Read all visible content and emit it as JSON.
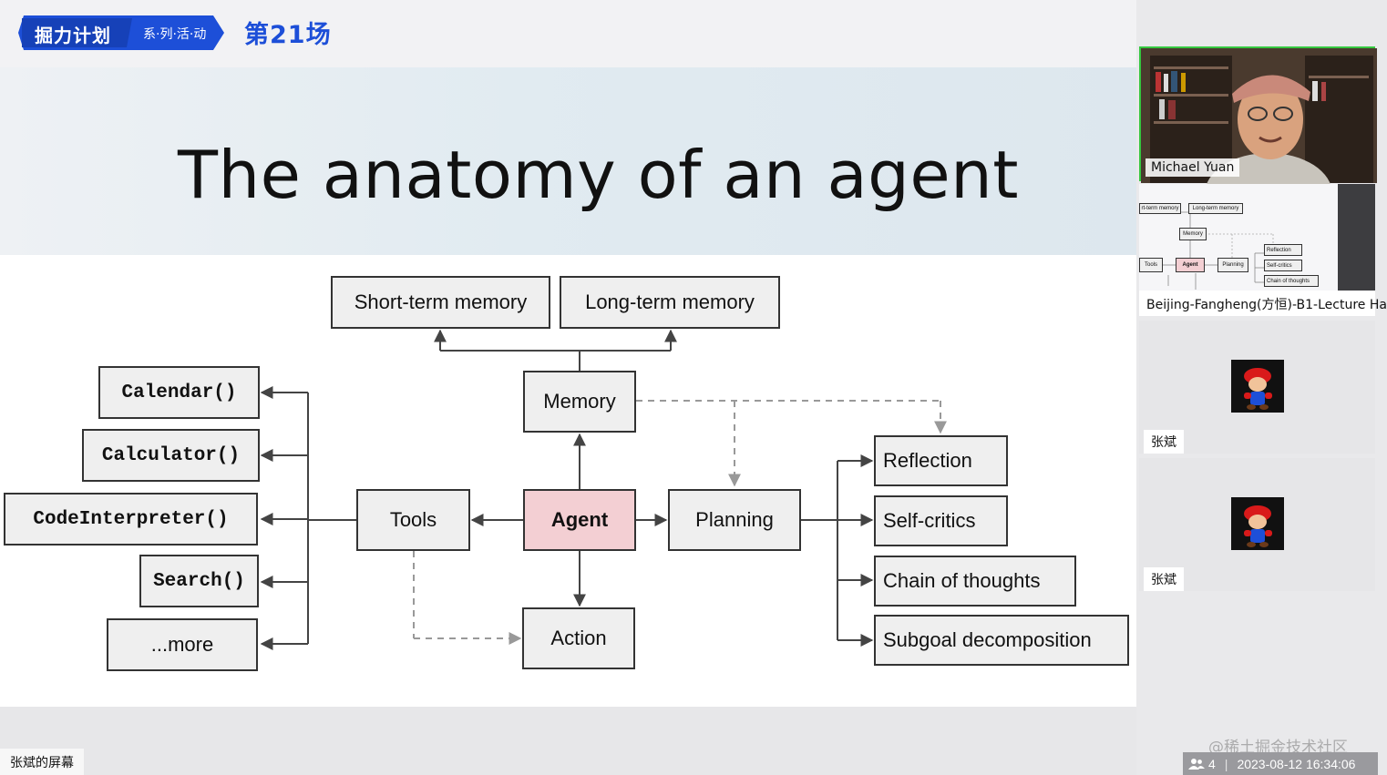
{
  "brand": {
    "main": "掘力计划",
    "sub": "系·列·活·动",
    "session": "第21场"
  },
  "slide": {
    "title": "The anatomy of an agent",
    "boxes": {
      "short_term_memory": "Short-term memory",
      "long_term_memory": "Long-term memory",
      "memory": "Memory",
      "agent": "Agent",
      "tools": "Tools",
      "planning": "Planning",
      "action": "Action",
      "calendar": "Calendar()",
      "calculator": "Calculator()",
      "code_interpreter": "CodeInterpreter()",
      "search": "Search()",
      "more": "...more",
      "reflection": "Reflection",
      "self_critics": "Self-critics",
      "chain_of_thoughts": "Chain of thoughts",
      "subgoal_decomposition": "Subgoal decomposition"
    }
  },
  "screen_owner": "张斌的屏幕",
  "participants": [
    {
      "name": "Michael Yuan"
    },
    {
      "name": "Beijing-Fangheng(方恒)-B1-Lecture Ha",
      "thumb": {
        "short": "rt-term memory",
        "long": "Long-term memory",
        "memory": "Memory",
        "tools": "Tools",
        "agent": "Agent",
        "planning": "Planning",
        "reflection": "Reflection",
        "self_critics": "Self-critics",
        "chain": "Chain of thoughts"
      }
    },
    {
      "name": "张斌"
    },
    {
      "name": "张斌"
    }
  ],
  "watermark": "@稀土掘金技术社区",
  "status": {
    "participant_count": "4",
    "datetime": "2023-08-12 16:34:06"
  },
  "colors": {
    "brand_blue": "#1d4fd8",
    "agent_fill": "#f3cfd3",
    "active_speaker": "#35c83f"
  },
  "icons": {
    "participants": "people-icon"
  }
}
